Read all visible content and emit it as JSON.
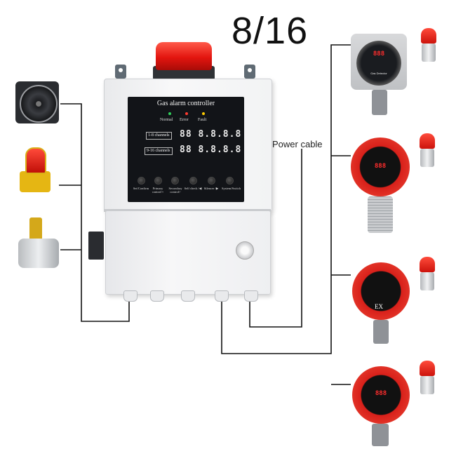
{
  "headline": "8/16",
  "power_cable_label": "Power cable",
  "controller": {
    "title": "Gas alarm controller",
    "status": [
      "Normal",
      "Error",
      "Fault"
    ],
    "status_colors": [
      "#2fd15a",
      "#ff3b30",
      "#ffcc00"
    ],
    "channels": [
      {
        "label": "1-8 channels",
        "display": "88 8.8.8.8"
      },
      {
        "label": "9-16 channels",
        "display": "88 8.8.8.8"
      }
    ],
    "keys": [
      "Set/Confirm",
      "Primary control/+",
      "Secondary control/-",
      "Self check /◀",
      "Silencer /▶",
      "System/Switch"
    ]
  },
  "detectors": [
    {
      "display": "888",
      "caption": "Gas Detector"
    },
    {
      "display": "888",
      "caption": ""
    },
    {
      "display": "",
      "caption": "EX"
    },
    {
      "display": "888",
      "caption": ""
    }
  ],
  "icons": [
    "exhaust-fan-icon",
    "strobe-alarm-icon",
    "solenoid-valve-icon",
    "beacon-icon"
  ]
}
